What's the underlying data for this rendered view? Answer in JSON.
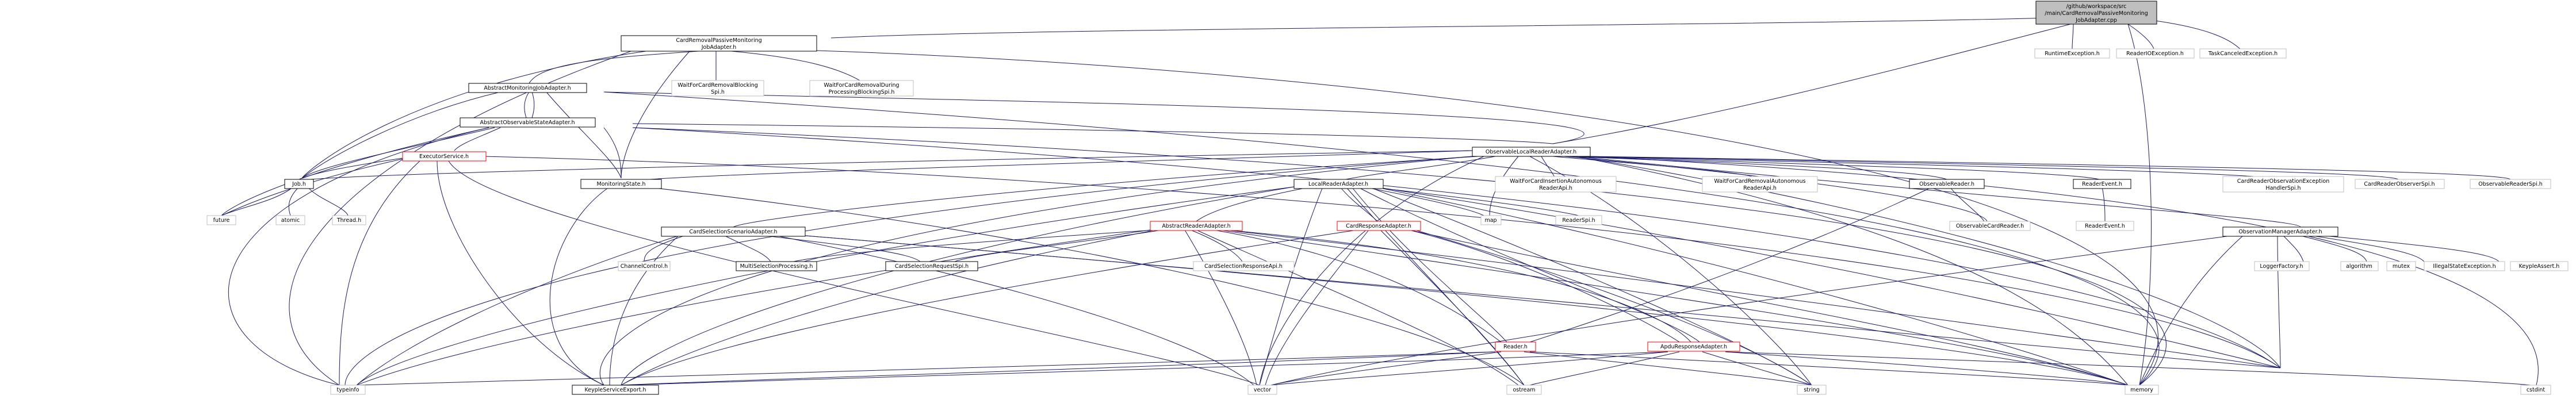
{
  "nodes": {
    "root": [
      "/github/workspace/src",
      "/main/CardRemovalPassiveMonitoring",
      "JobAdapter.cpp"
    ],
    "crpmja_h": [
      "CardRemovalPassiveMonitoring",
      "JobAdapter.h"
    ],
    "runtime_ex": [
      "RuntimeException.h"
    ],
    "readerio_ex": [
      "ReaderIOException.h"
    ],
    "taskcancel_ex": [
      "TaskCanceledException.h"
    ],
    "amja_h": [
      "AbstractMonitoringJobAdapter.h"
    ],
    "wfcrb": [
      "WaitForCardRemovalBlocking",
      "Spi.h"
    ],
    "wfcrdpb": [
      "WaitForCardRemovalDuring",
      "ProcessingBlockingSpi.h"
    ],
    "aosa_h": [
      "AbstractObservableStateAdapter.h"
    ],
    "olr_h": [
      "ObservableLocalReaderAdapter.h"
    ],
    "executor": [
      "ExecutorService.h"
    ],
    "job": [
      "Job.h"
    ],
    "future": [
      "future"
    ],
    "atomic": [
      "atomic"
    ],
    "thread": [
      "Thread.h"
    ],
    "monstate": [
      "MonitoringState.h"
    ],
    "lra_h": [
      "LocalReaderAdapter.h"
    ],
    "wfciar": [
      "WaitForCardInsertionAutonomous",
      "ReaderApi.h"
    ],
    "wfcrar": [
      "WaitForCardRemovalAutonomous",
      "ReaderApi.h"
    ],
    "obsreader": [
      "ObservableReader.h"
    ],
    "readerevent_h": [
      "ReaderEvent.h"
    ],
    "crobsex": [
      "CardReaderObservationException",
      "HandlerSpi.h"
    ],
    "crobsspi": [
      "CardReaderObserverSpi.h"
    ],
    "obsreaderspi": [
      "ObservableReaderSpi.h"
    ],
    "obscardreader": [
      "ObservableCardReader.h"
    ],
    "readerevent": [
      "ReaderEvent.h"
    ],
    "csa_h": [
      "CardSelectionScenarioAdapter.h"
    ],
    "ara_h": [
      "AbstractReaderAdapter.h"
    ],
    "cra_h": [
      "CardResponseAdapter.h"
    ],
    "map": [
      "map"
    ],
    "readerspi": [
      "ReaderSpi.h"
    ],
    "oma_h": [
      "ObservationManagerAdapter.h"
    ],
    "channelctrl": [
      "ChannelControl.h"
    ],
    "multisel": [
      "MultiSelectionProcessing.h"
    ],
    "csreqspi": [
      "CardSelectionRequestSpi.h"
    ],
    "csrespapi": [
      "CardSelectionResponseApi.h"
    ],
    "reader_h": [
      "Reader.h"
    ],
    "apdu_h": [
      "ApduResponseAdapter.h"
    ],
    "loggerfactory": [
      "LoggerFactory.h"
    ],
    "algorithm": [
      "algorithm"
    ],
    "mutex": [
      "mutex"
    ],
    "illegalstate": [
      "IllegalStateException.h"
    ],
    "keypleassert": [
      "KeypleAssert.h"
    ],
    "typeinfo": [
      "typeinfo"
    ],
    "keyplesvc": [
      "KeypleServiceExport.h"
    ],
    "vector": [
      "vector"
    ],
    "ostream": [
      "ostream"
    ],
    "string": [
      "string"
    ],
    "memory": [
      "memory"
    ],
    "cstdint": [
      "cstdint"
    ]
  },
  "colors": {
    "edge": "#191970",
    "root_fill": "#bfbfbf",
    "red_border": "#ff0000",
    "grey_border": "#bfbfbf"
  }
}
